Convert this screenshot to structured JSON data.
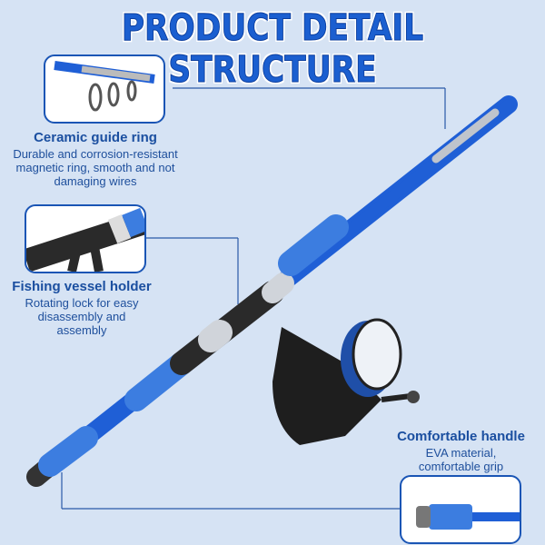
{
  "title": "PRODUCT DETAIL STRUCTURE",
  "features": [
    {
      "title": "Ceramic guide ring",
      "desc": "Durable and corrosion-resistant magnetic ring, smooth and not damaging wires"
    },
    {
      "title": "Fishing vessel holder",
      "desc": "Rotating lock for easy disassembly and assembly"
    },
    {
      "title": "Comfortable handle",
      "desc": "EVA material, comfortable grip"
    }
  ],
  "colors": {
    "background": "#d6e3f4",
    "accent": "#1b5fd0",
    "rod": "#1f5fd6"
  }
}
